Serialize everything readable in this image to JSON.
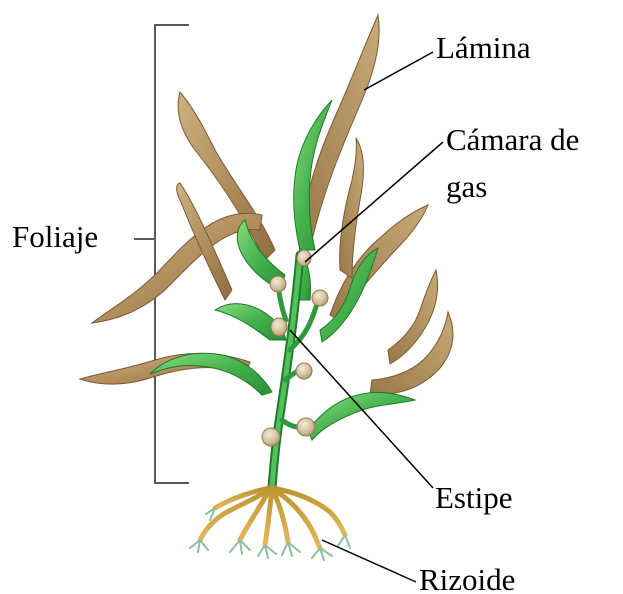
{
  "labels": {
    "lamina": "Lámina",
    "camara_line1": "Cámara de",
    "camara_line2": "gas",
    "foliaje": "Foliaje",
    "estipe": "Estipe",
    "rizoide": "Rizoide"
  },
  "colors": {
    "blade_brown": "#b8986a",
    "blade_brown_dark": "#8a6a3e",
    "blade_green": "#3fae4a",
    "blade_green_light": "#6fd06a",
    "stipe_green": "#2f9a3c",
    "bladder": "#d8c9a4",
    "holdfast": "#d9a54a",
    "rhizoid_tips": "#8fbf9a",
    "line": "#000000"
  }
}
